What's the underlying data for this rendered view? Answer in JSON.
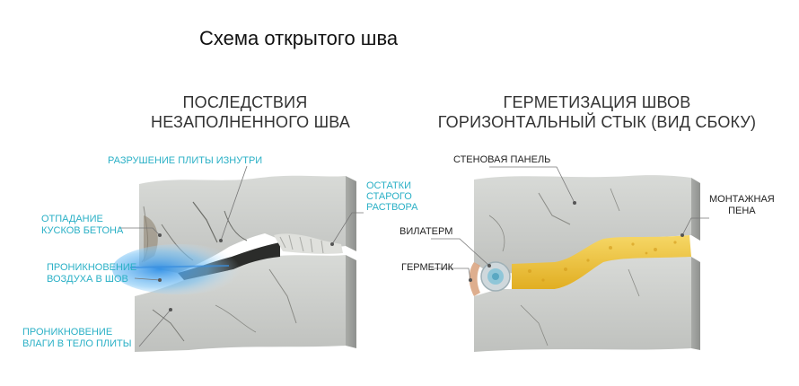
{
  "header": {
    "title": "Схема открытого шва"
  },
  "left_panel": {
    "title_line1": "ПОСЛЕДСТВИЯ",
    "title_line2": "НЕЗАПОЛНЕННОГО ШВА",
    "labels": {
      "destruction": "РАЗРУШЕНИЕ ПЛИТЫ ИЗНУТРИ",
      "remains_1": "ОСТАТКИ",
      "remains_2": "СТАРОГО",
      "remains_3": "РАСТВОРА",
      "falling_1": "ОТПАДАНИЕ",
      "falling_2": "КУСКОВ БЕТОНА",
      "air_1": "ПРОНИКНОВЕНИЕ",
      "air_2": "ВОЗДУХА В ШОВ",
      "moisture_1": "ПРОНИКНОВЕНИЕ",
      "moisture_2": "ВЛАГИ В ТЕЛО ПЛИТЫ"
    }
  },
  "right_panel": {
    "title_line1": "ГЕРМЕТИЗАЦИЯ ШВОВ",
    "title_line2": "ГОРИЗОНТАЛЬНЫЙ СТЫК (ВИД СБОКУ)",
    "labels": {
      "wall_panel": "СТЕНОВАЯ ПАНЕЛЬ",
      "foam_1": "МОНТАЖНАЯ",
      "foam_2": "ПЕНА",
      "vilaterm": "ВИЛАТЕРМ",
      "sealant": "ГЕРМЕТИК"
    }
  },
  "colors": {
    "accent_cyan": "#2ab0c6",
    "concrete": "#c9cbc8",
    "foam": "#efc53c",
    "air": "#5fb4ee"
  }
}
